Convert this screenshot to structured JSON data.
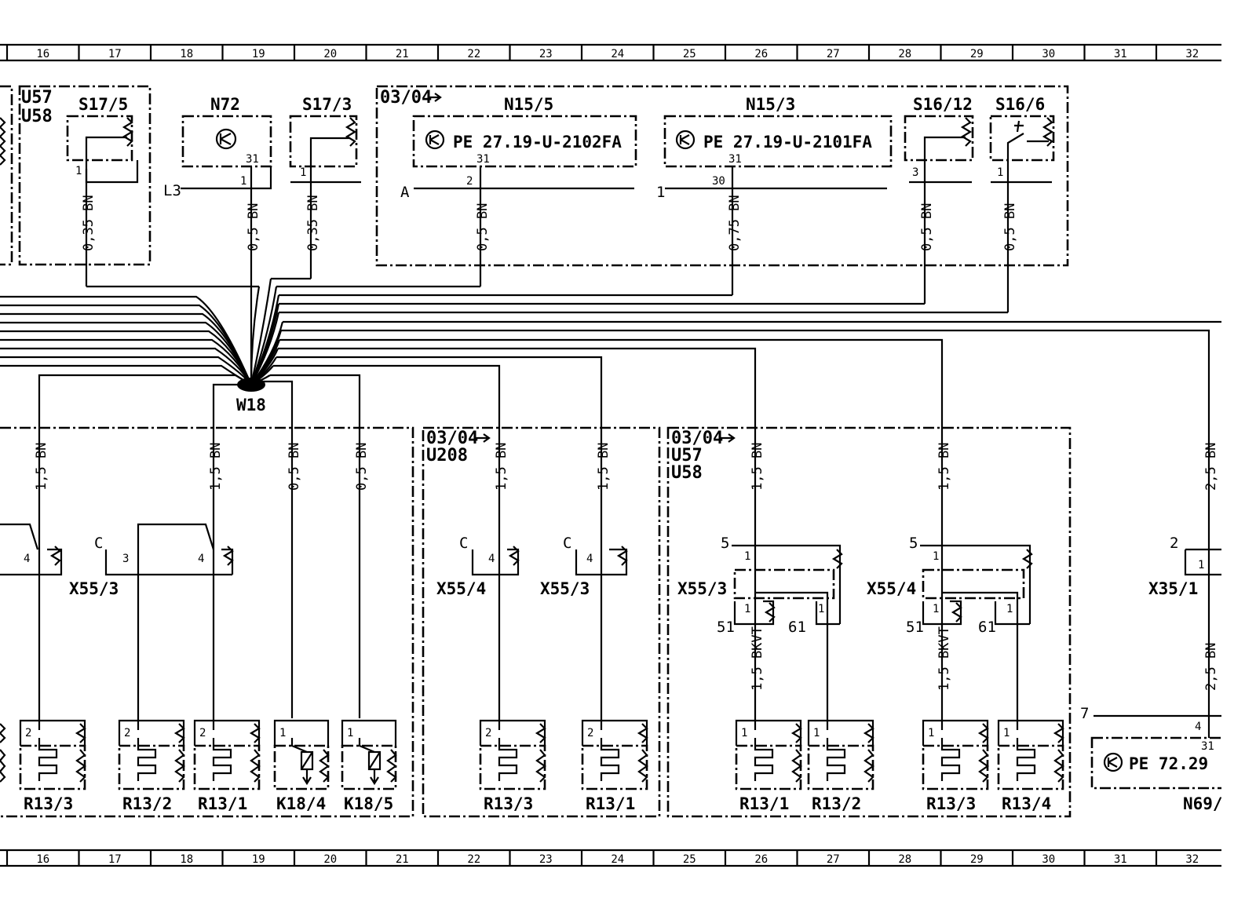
{
  "ruler": {
    "labels": [
      "16",
      "17",
      "18",
      "19",
      "20",
      "21",
      "22",
      "23",
      "24",
      "25",
      "26",
      "27",
      "28",
      "29",
      "30",
      "31",
      "32"
    ]
  },
  "top": {
    "u57": "U57",
    "u58": "U58",
    "s17_5": "S17/5",
    "n72": "N72",
    "s17_3": "S17/3",
    "ref_0304": "03/04",
    "n15_5": "N15/5",
    "n15_3": "N15/3",
    "s16_12": "S16/12",
    "s16_6": "S16/6",
    "pe_n15_5": "PE  27.19-U-2102FA",
    "pe_n15_3": "PE  27.19-U-2101FA",
    "l3": "L3",
    "a": "A",
    "one": "1",
    "pins": {
      "p1": "1",
      "p31": "31",
      "p2": "2",
      "p30": "30",
      "p3": "3"
    },
    "wires": {
      "s17_5": "0,35 BN",
      "n72": "0,5 BN",
      "s17_3": "0,35 BN",
      "n15_5": "0,5 BN",
      "n15_3": "0,75 BN",
      "s16_12": "0,5 BN",
      "s16_6": "0,5 BN"
    }
  },
  "splice": "W18",
  "bottom": {
    "wires": {
      "w15": "1,5 BN",
      "w05": "0,5 BN",
      "w25": "2,5 BN",
      "bkvt": "1,5 BKVT"
    },
    "ref_0304": "03/04",
    "u208": "U208",
    "u57": "U57",
    "u58": "U58",
    "conn": {
      "x55_3": "X55/3",
      "x55_4": "X55/4",
      "x35_1": "X35/1"
    },
    "c": "C",
    "pins": {
      "p1": "1",
      "p2": "2",
      "p3": "3",
      "p4": "4",
      "p5": "5",
      "p7": "7",
      "p31": "31",
      "p51": "51",
      "p61": "61"
    },
    "comps": {
      "r13_3": "R13/3",
      "r13_2": "R13/2",
      "r13_1": "R13/1",
      "r13_4": "R13/4",
      "k18_4": "K18/4",
      "k18_5": "K18/5",
      "n69": "N69/"
    },
    "pe_n69": "PE  72.29"
  }
}
